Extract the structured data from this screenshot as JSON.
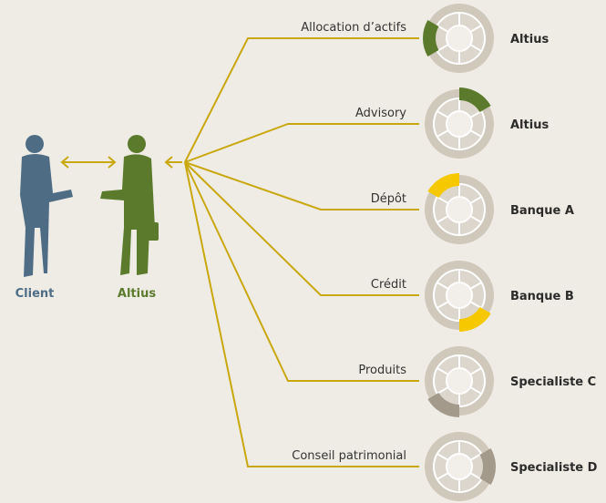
{
  "people": {
    "client": {
      "label": "Client",
      "color": "#4e6d85"
    },
    "altius": {
      "label": "Altius",
      "color": "#5b7a2b"
    }
  },
  "colors": {
    "line": "#c9a80e",
    "ring": "#cfc8bb",
    "ring_inner": "#f2efea",
    "arrow": "#c9a80e"
  },
  "services": [
    {
      "label": "Allocation d’actifs",
      "provider": "Altius",
      "highlight_position": "left",
      "highlight_color": "#5b7a2b"
    },
    {
      "label": "Advisory",
      "provider": "Altius",
      "highlight_position": "top-right",
      "highlight_color": "#5b7a2b"
    },
    {
      "label": "Dépôt",
      "provider": "Banque A",
      "highlight_position": "top-left",
      "highlight_color": "#f5c800"
    },
    {
      "label": "Crédit",
      "provider": "Banque B",
      "highlight_position": "bottom-right",
      "highlight_color": "#f5c800"
    },
    {
      "label": "Produits",
      "provider": "Specialiste C",
      "highlight_position": "bottom-left",
      "highlight_color": "#a49a8c"
    },
    {
      "label": "Conseil patrimonial",
      "provider": "Specialiste D",
      "highlight_position": "right",
      "highlight_color": "#a49a8c"
    }
  ]
}
